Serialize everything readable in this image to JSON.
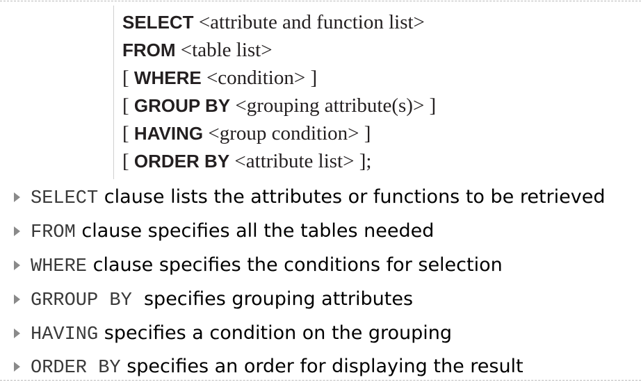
{
  "syntax": [
    {
      "pre": "",
      "keyword": "SELECT",
      "rest": " <attribute and function list>"
    },
    {
      "pre": "",
      "keyword": "FROM",
      "rest": " <table list>"
    },
    {
      "pre": "[ ",
      "keyword": "WHERE",
      "rest": " <condition> ]"
    },
    {
      "pre": "[ ",
      "keyword": "GROUP BY",
      "rest": " <grouping attribute(s)> ]"
    },
    {
      "pre": "[ ",
      "keyword": "HAVING",
      "rest": " <group condition> ]"
    },
    {
      "pre": "[ ",
      "keyword": "ORDER BY",
      "rest": " <attribute list> ];"
    }
  ],
  "bullets": [
    {
      "code": "SELECT",
      "text": " clause lists the attributes or functions to be retrieved"
    },
    {
      "code": "FROM",
      "text": " clause specifies all the tables needed"
    },
    {
      "code": "WHERE",
      "text": " clause specifies the conditions for selection"
    },
    {
      "code": "GRROUP BY",
      "text": "  specifies grouping attributes"
    },
    {
      "code": "HAVING",
      "text": " specifies a condition on the grouping"
    },
    {
      "code": "ORDER BY",
      "text": " specifies an order for displaying the result"
    }
  ]
}
